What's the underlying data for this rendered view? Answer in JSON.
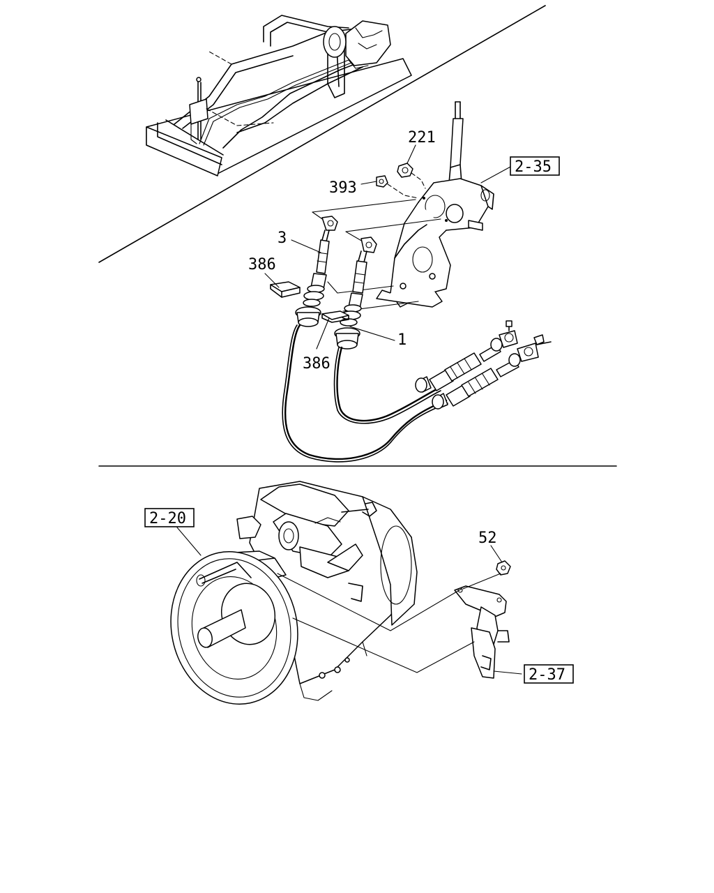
{
  "callouts": {
    "c221": "221",
    "c393": "393",
    "c3": "3",
    "c386a": "386",
    "c386b": "386",
    "c1": "1",
    "c52": "52"
  },
  "refs": {
    "r235": "2-35",
    "r220": "2-20",
    "r237": "2-37"
  }
}
